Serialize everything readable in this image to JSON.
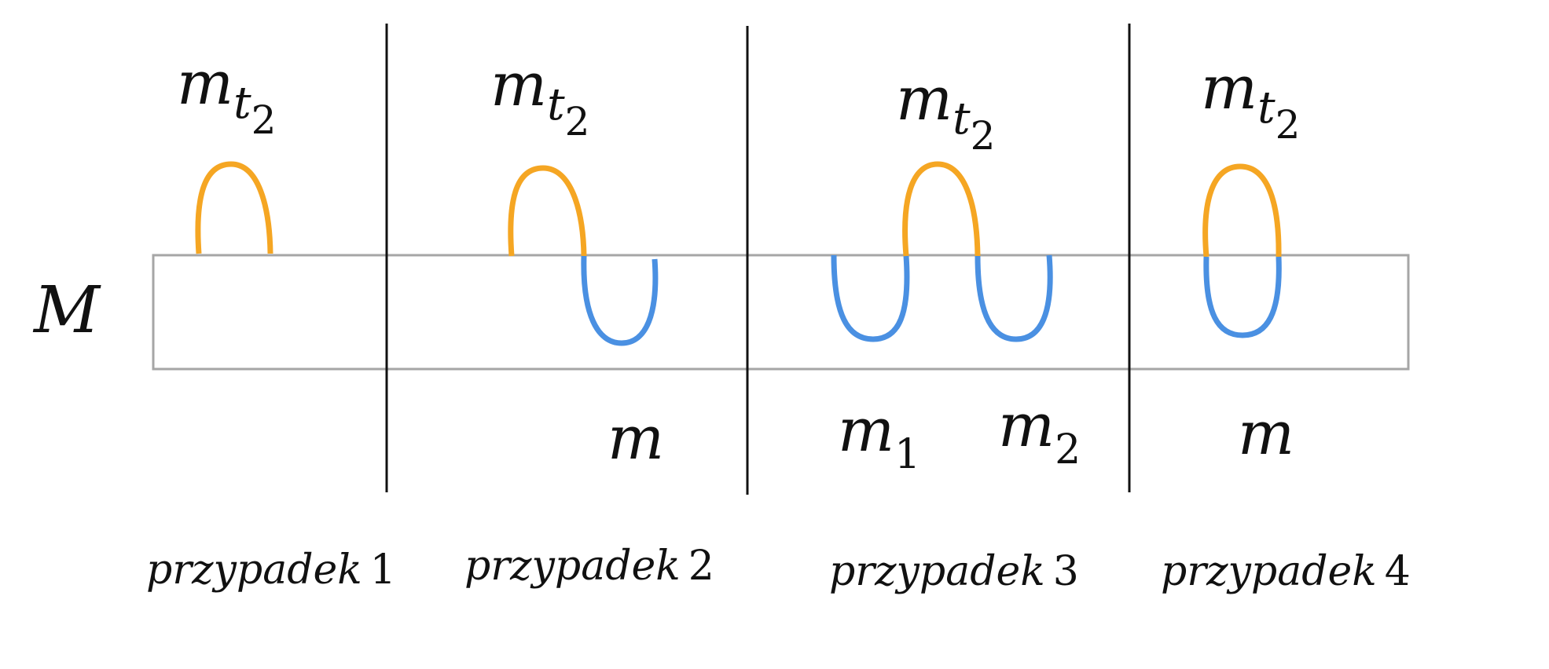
{
  "diagram": {
    "region_label": "M",
    "colors": {
      "upper_arc": "#F5A623",
      "lower_arc": "#4A90E2",
      "box_outline": "#A6A6A6",
      "divider": "#111111",
      "text": "#111111"
    },
    "cases": [
      {
        "word": "przypadek",
        "number": "1",
        "top_label": {
          "base": "m",
          "sub": "t",
          "subsub": "2"
        },
        "bottom_labels": []
      },
      {
        "word": "przypadek",
        "number": "2",
        "top_label": {
          "base": "m",
          "sub": "t",
          "subsub": "2"
        },
        "bottom_labels": [
          {
            "base": "m",
            "sub": ""
          }
        ]
      },
      {
        "word": "przypadek",
        "number": "3",
        "top_label": {
          "base": "m",
          "sub": "t",
          "subsub": "2"
        },
        "bottom_labels": [
          {
            "base": "m",
            "sub": "1"
          },
          {
            "base": "m",
            "sub": "2"
          }
        ]
      },
      {
        "word": "przypadek",
        "number": "4",
        "top_label": {
          "base": "m",
          "sub": "t",
          "subsub": "2"
        },
        "bottom_labels": [
          {
            "base": "m",
            "sub": ""
          }
        ]
      }
    ]
  }
}
